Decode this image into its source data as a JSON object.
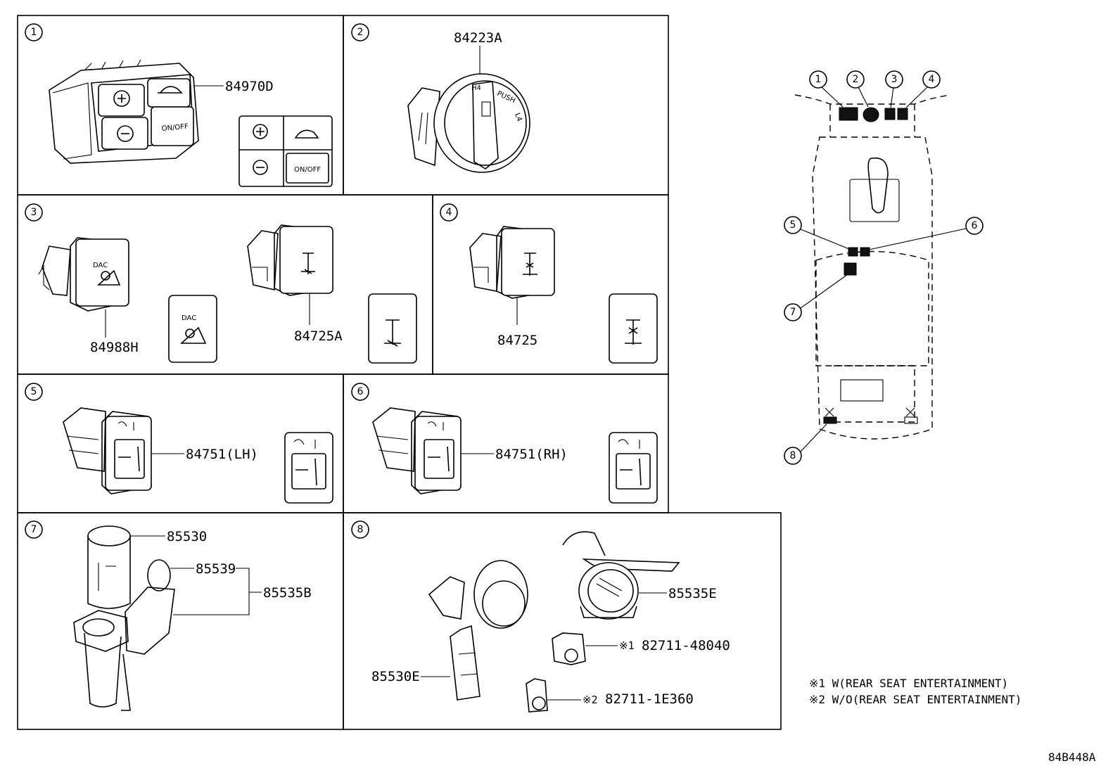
{
  "panels": [
    {
      "num": "1",
      "parts": [
        "84970D"
      ],
      "icons": {
        "plus": "plus-icon",
        "minus": "minus-icon",
        "onoff": "ON/OFF"
      }
    },
    {
      "num": "2",
      "parts": [
        "84223A"
      ],
      "dial": {
        "h4": "H4",
        "push": "PUSH",
        "l4": "L4"
      }
    },
    {
      "num": "3",
      "parts": [
        "84988H",
        "84725A"
      ],
      "dac": "DAC"
    },
    {
      "num": "4",
      "parts": [
        "84725"
      ]
    },
    {
      "num": "5",
      "parts": [
        "84751(LH)"
      ]
    },
    {
      "num": "6",
      "parts": [
        "84751(RH)"
      ]
    },
    {
      "num": "7",
      "parts": [
        "85530",
        "85539",
        "85535B"
      ]
    },
    {
      "num": "8",
      "parts": [
        "85535E",
        "85530E",
        "82711-48040",
        "82711-1E360"
      ],
      "marks": [
        "※1",
        "※2"
      ]
    }
  ],
  "overview": {
    "callouts": [
      "1",
      "2",
      "3",
      "4",
      "5",
      "6",
      "7",
      "8"
    ]
  },
  "notes": [
    "※1 W(REAR SEAT ENTERTAINMENT)",
    "※2 W/O(REAR SEAT ENTERTAINMENT)"
  ],
  "diagram_code": "84B448A"
}
